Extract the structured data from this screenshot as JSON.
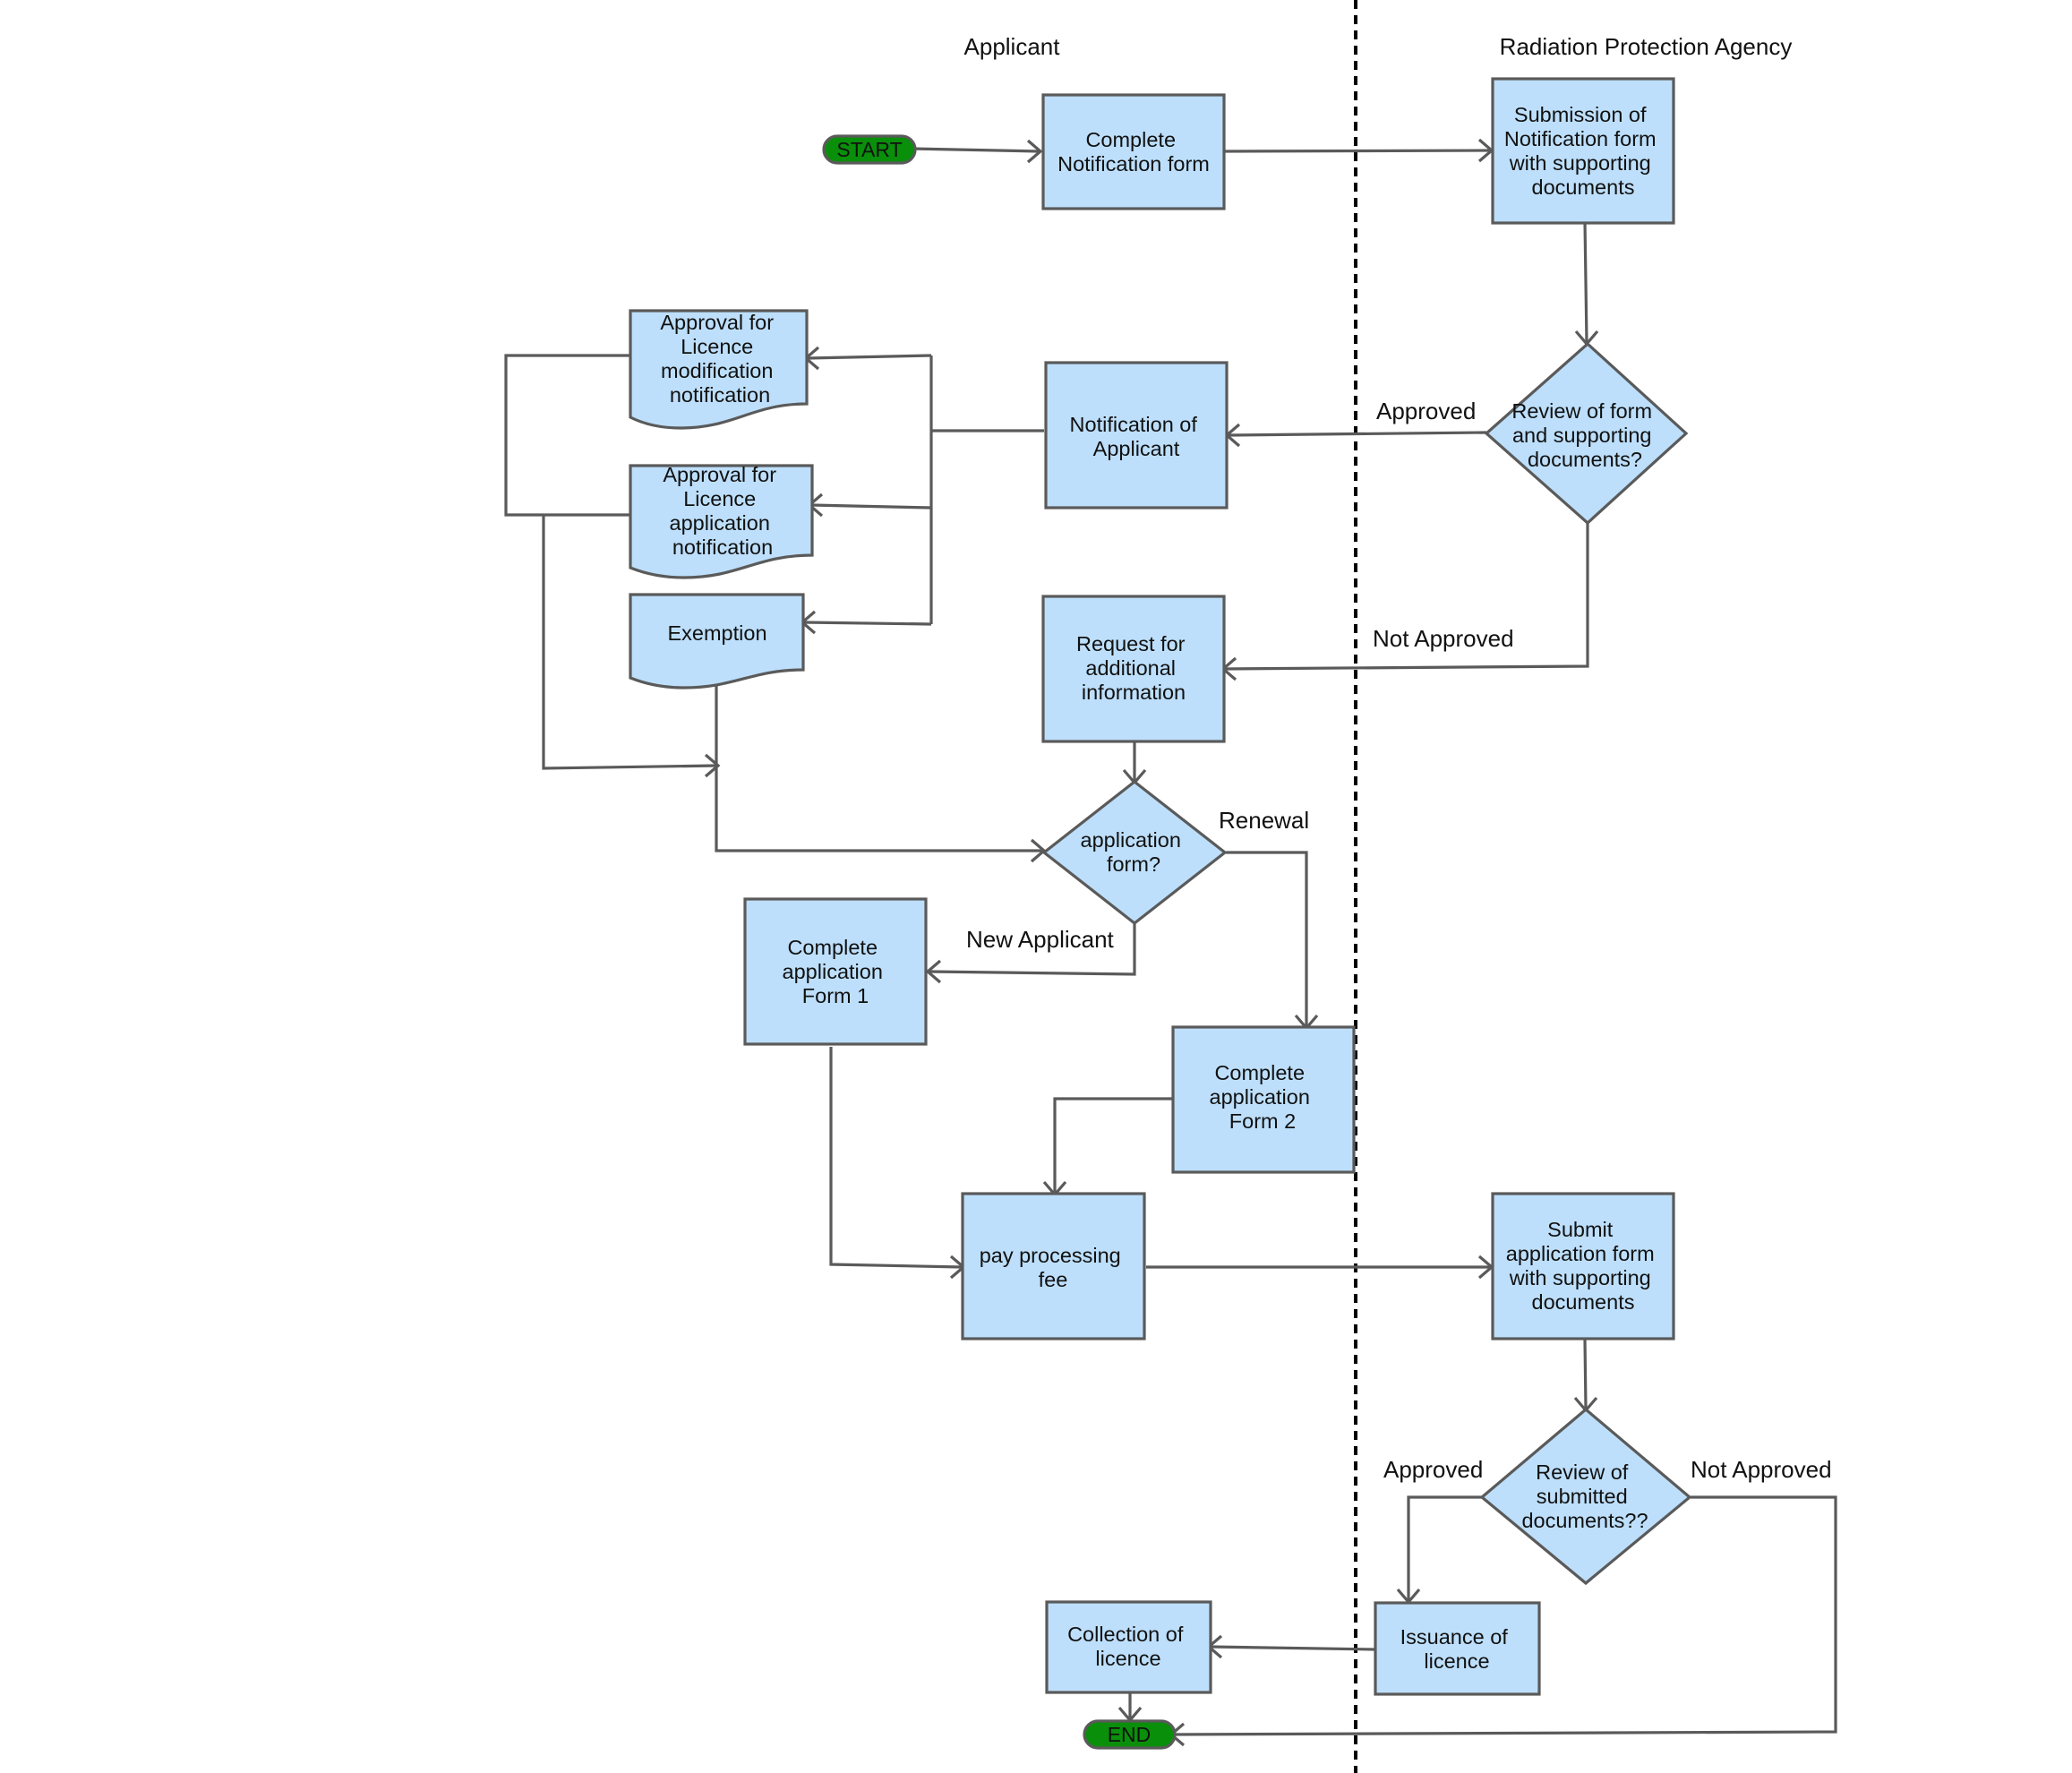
{
  "lanes": {
    "applicant": "Applicant",
    "agency": "Radiation Protection Agency"
  },
  "nodes": {
    "start": "START",
    "end": "END",
    "complete_notification_form": [
      "Complete",
      "Notification form"
    ],
    "submission_notification_form": [
      "Submission of",
      "Notification form",
      "with supporting",
      "documents"
    ],
    "review_form_docs": [
      "Review of form",
      "and supporting",
      "documents?"
    ],
    "notification_of_applicant": [
      "Notification of",
      "Applicant"
    ],
    "approval_modification": [
      "Approval for",
      "Licence",
      "modification",
      "notification"
    ],
    "approval_application": [
      "Approval for",
      "Licence",
      "application",
      "notification"
    ],
    "exemption": [
      "Exemption"
    ],
    "request_additional_info": [
      "Request for",
      "additional",
      "information"
    ],
    "application_form_decision": [
      "application",
      "form?"
    ],
    "complete_form_1": [
      "Complete",
      "application",
      "Form 1"
    ],
    "complete_form_2": [
      "Complete",
      "application",
      "Form 2"
    ],
    "pay_processing_fee": [
      "pay processing",
      "fee"
    ],
    "submit_application_form": [
      "Submit",
      "application form",
      "with supporting",
      "documents"
    ],
    "review_submitted_docs": [
      "Review of",
      "submitted",
      "documents??"
    ],
    "issuance_of_licence": [
      "Issuance of",
      "licence"
    ],
    "collection_of_licence": [
      "Collection of",
      "licence"
    ]
  },
  "edge_labels": {
    "approved_1": "Approved",
    "not_approved_1": "Not Approved",
    "renewal": "Renewal",
    "new_applicant": "New Applicant",
    "approved_2": "Approved",
    "not_approved_2": "Not Approved"
  },
  "colors": {
    "node_fill": "#bddffb",
    "stroke": "#5a5a5a",
    "terminal_fill": "#0a8f0a"
  }
}
